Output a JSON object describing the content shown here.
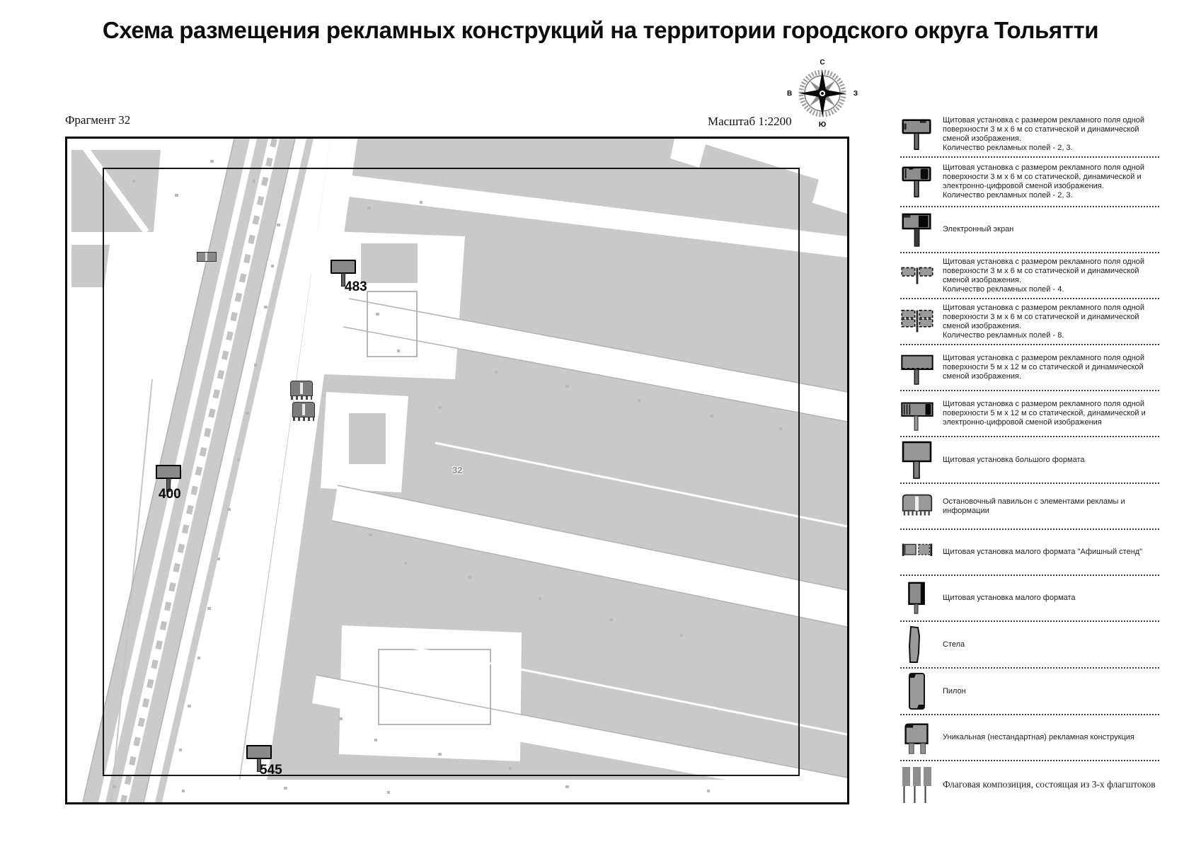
{
  "title": "Схема размещения рекламных конструкций на территории городского округа Тольятти",
  "map": {
    "fragment_label": "Фрагмент 32",
    "scale_label": "Масштаб 1:2200",
    "area_number": "32",
    "markers": [
      {
        "label": "483"
      },
      {
        "label": "400"
      },
      {
        "label": "545"
      }
    ]
  },
  "compass": {
    "north": "С",
    "south": "Ю",
    "left": "В",
    "right": "З"
  },
  "legend": {
    "items": [
      {
        "icon": "billboard-3x6-static-dynamic",
        "text": "Щитовая установка с размером рекламного поля одной поверхности 3 м х 6 м со статической и динамической сменой изображения.",
        "count": "Количество рекламных полей - 2, 3."
      },
      {
        "icon": "billboard-3x6-digital",
        "text": "Щитовая установка с размером рекламного поля одной поверхности 3 м х 6 м со статической, динамической и электронно-цифровой сменой изображения.",
        "count": "Количество рекламных полей - 2, 3."
      },
      {
        "icon": "electronic-screen",
        "text": "Электронный экран",
        "count": ""
      },
      {
        "icon": "billboard-3x6-4-fields",
        "text": "Щитовая установка с размером рекламного поля одной поверхности 3 м х 6 м со статической и динамической сменой изображения.",
        "count": "Количество рекламных полей - 4."
      },
      {
        "icon": "billboard-3x6-8-fields",
        "text": "Щитовая установка с размером рекламного поля одной поверхности 3 м х 6 м со статической и динамической сменой изображения.",
        "count": "Количество рекламных полей - 8."
      },
      {
        "icon": "billboard-5x12-static-dynamic",
        "text": "Щитовая установка с размером рекламного поля одной поверхности 5 м х 12 м со статической и динамической сменой изображения.",
        "count": ""
      },
      {
        "icon": "billboard-5x12-digital",
        "text": "Щитовая установка с размером рекламного поля одной поверхности 5 м х 12 м со статической, динамической и электронно-цифровой сменой изображения",
        "count": ""
      },
      {
        "icon": "billboard-large-format",
        "text": "Щитовая установка большого формата",
        "count": ""
      },
      {
        "icon": "bus-stop-pavilion",
        "text": "Остановочный павильон с элементами рекламы и информации",
        "count": ""
      },
      {
        "icon": "poster-stand",
        "text": "Щитовая установка малого формата \"Афишный стенд\"",
        "count": ""
      },
      {
        "icon": "billboard-small-format",
        "text": "Щитовая установка малого формата",
        "count": ""
      },
      {
        "icon": "stela",
        "text": "Стела",
        "count": ""
      },
      {
        "icon": "pylon",
        "text": "Пилон",
        "count": ""
      },
      {
        "icon": "unique-structure",
        "text": "Уникальная (нестандартная) рекламная конструкция",
        "count": ""
      },
      {
        "icon": "flag-composition",
        "text": "Флаговая композиция, состоящая из 3-х флагштоков",
        "count": ""
      }
    ]
  }
}
